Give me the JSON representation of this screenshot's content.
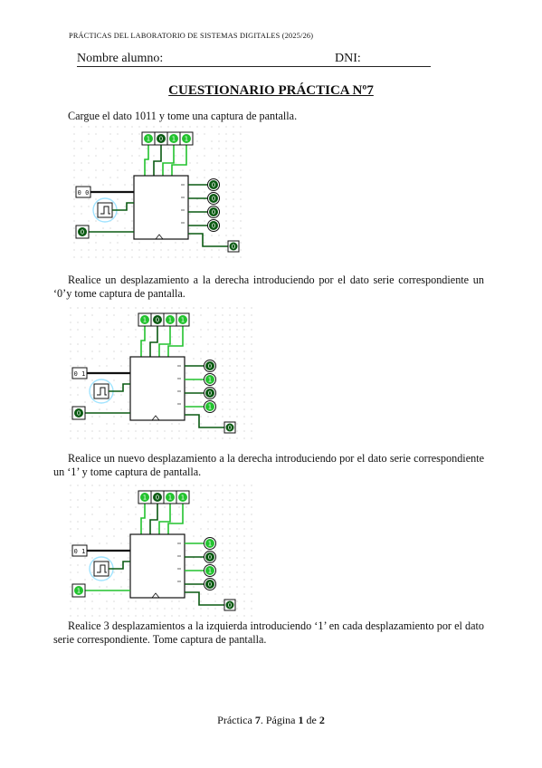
{
  "header": "PRÁCTICAS DEL LABORATORIO DE SISTEMAS DIGITALES (2025/26)",
  "name_label": "Nombre alumno:",
  "dni_label": "DNI:",
  "title": "CUESTIONARIO PRÁCTICA Nº7",
  "paragraphs": [
    "Cargue el dato 1011 y tome una captura de pantalla.",
    "Realice un desplazamiento a la derecha introduciendo por el dato serie correspondiente un ‘0’y tome captura de pantalla.",
    "Realice un nuevo desplazamiento a la derecha introduciendo por el dato serie correspondiente un ‘1’ y tome captura de pantalla.",
    "Realice 3 desplazamientos a la izquierda introduciendo ‘1’ en cada desplazamiento por el dato serie correspondiente. Tome captura de pantalla."
  ],
  "circuits": [
    {
      "name": "circuit-1",
      "inputs": [
        "1",
        "0",
        "1",
        "1"
      ],
      "outputs": [
        "0",
        "0",
        "0",
        "0"
      ],
      "serial_in": "0",
      "carry_out": "0",
      "mode_pin": "0 0",
      "colors": {
        "active": "#22c22e",
        "inactive": "#0a5a12"
      }
    },
    {
      "name": "circuit-2",
      "inputs": [
        "1",
        "0",
        "1",
        "1"
      ],
      "outputs": [
        "0",
        "1",
        "0",
        "1"
      ],
      "serial_in": "0",
      "carry_out": "0",
      "mode_pin": "0 1",
      "colors": {
        "active": "#22c22e",
        "inactive": "#0a5a12"
      }
    },
    {
      "name": "circuit-3",
      "inputs": [
        "1",
        "0",
        "1",
        "1"
      ],
      "outputs": [
        "1",
        "0",
        "1",
        "0"
      ],
      "serial_in": "1",
      "carry_out": "0",
      "mode_pin": "0 1",
      "colors": {
        "active": "#22c22e",
        "inactive": "#0a5a12"
      }
    }
  ],
  "footer": {
    "prefix": "Práctica ",
    "num": "7",
    "mid": ". Página ",
    "page": "1",
    "of": " de ",
    "total": "2"
  }
}
